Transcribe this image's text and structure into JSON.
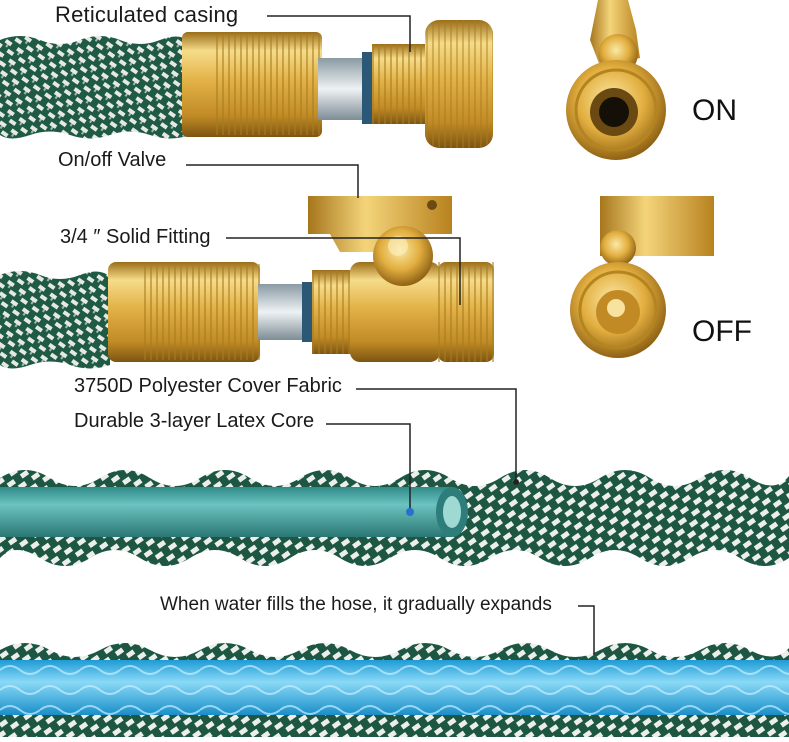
{
  "labels": {
    "reticulated_casing": "Reticulated  casing",
    "on_off_valve": "On/off Valve",
    "solid_fitting": "3/4 ″ Solid  Fitting",
    "cover_fabric": "3750D Polyester Cover Fabric",
    "latex_core": "Durable 3-layer Latex Core",
    "expands": "When water fills the hose, it gradually expands"
  },
  "valve_states": {
    "on": "ON",
    "off": "OFF"
  },
  "colors": {
    "hose_green": "#1f5a45",
    "weave_white": "#e6e8e4",
    "brass": "#d9a93a",
    "brass_dark": "#8c6418",
    "brass_light": "#f6dc8a",
    "latex_teal": "#3b9a97",
    "water_blue": "#38b4e6"
  }
}
